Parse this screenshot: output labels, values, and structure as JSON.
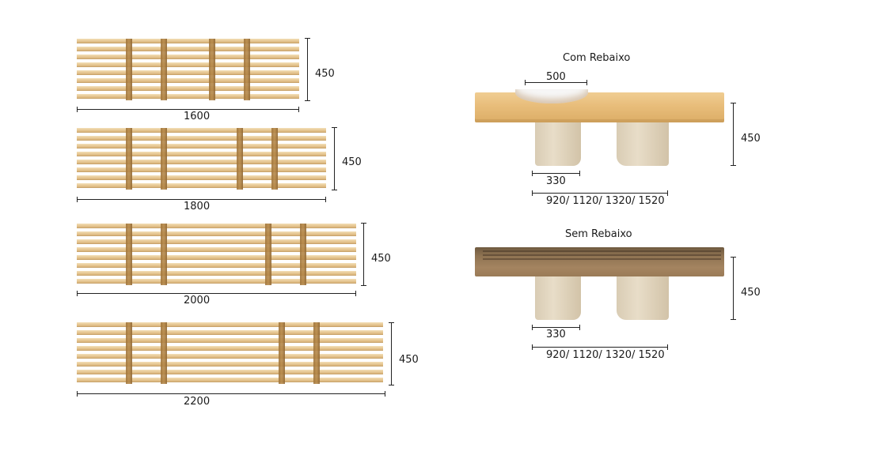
{
  "top_views": [
    {
      "length_label": "1600",
      "height_label": "450"
    },
    {
      "length_label": "1800",
      "height_label": "450"
    },
    {
      "length_label": "2000",
      "height_label": "450"
    },
    {
      "length_label": "2200",
      "height_label": "450"
    }
  ],
  "side_views": [
    {
      "title": "Com Rebaixo",
      "recess_label": "500",
      "height_label": "450",
      "leg_label": "330",
      "length_label": "920/ 1120/ 1320/ 1520"
    },
    {
      "title": "Sem Rebaixo",
      "height_label": "450",
      "leg_label": "330",
      "length_label": "920/ 1120/ 1320/ 1520"
    }
  ],
  "colors": {
    "light_oak": "#e8bd7a",
    "dark_oak": "#9a7b57",
    "leg_beige": "#e0d3bc",
    "rail_brown": "#a57a40"
  }
}
